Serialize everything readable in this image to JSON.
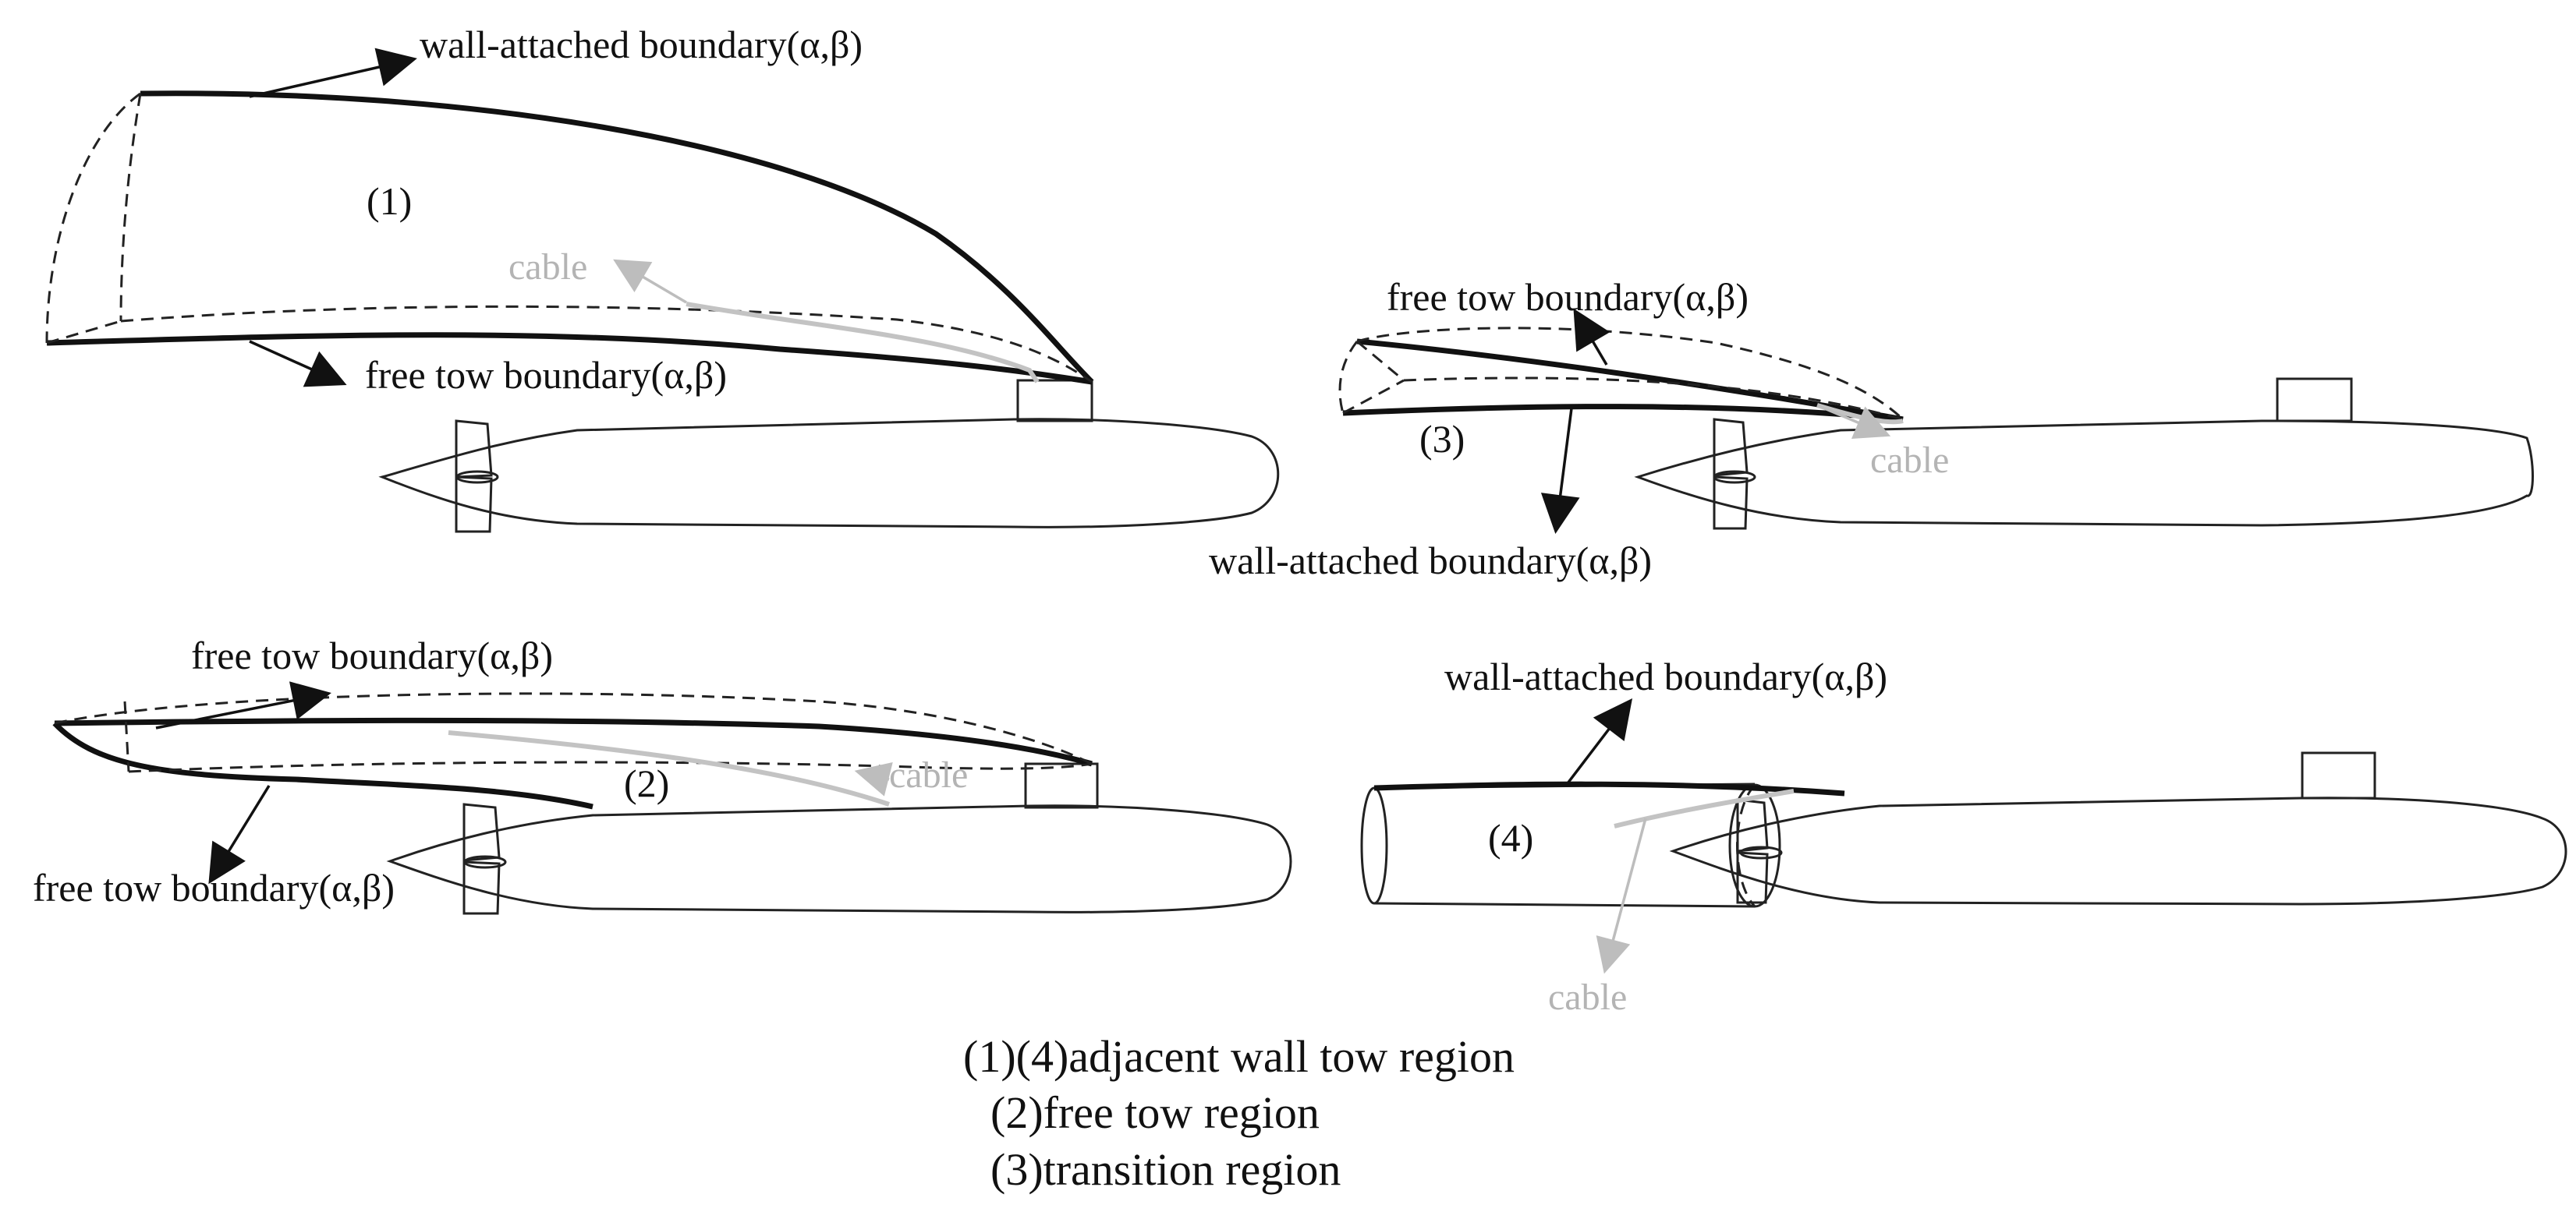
{
  "labels": {
    "p1_wall": "wall-attached boundary(α,β)",
    "p1_free": "free tow boundary(α,β)",
    "p1_region": "(1)",
    "p1_cable": "cable",
    "p3_free": "free tow boundary(α,β)",
    "p3_wall": "wall-attached boundary(α,β)",
    "p3_region": "(3)",
    "p3_cable": "cable",
    "p2_free_top": "free tow boundary(α,β)",
    "p2_free_bottom": "free tow boundary(α,β)",
    "p2_region": "(2)",
    "p2_cable": "cable",
    "p4_wall": "wall-attached boundary(α,β)",
    "p4_region": "(4)",
    "p4_cable": "cable"
  },
  "legend": [
    "(1)(4)adjacent wall tow region",
    "(2)free tow region",
    "(3)transition region"
  ]
}
